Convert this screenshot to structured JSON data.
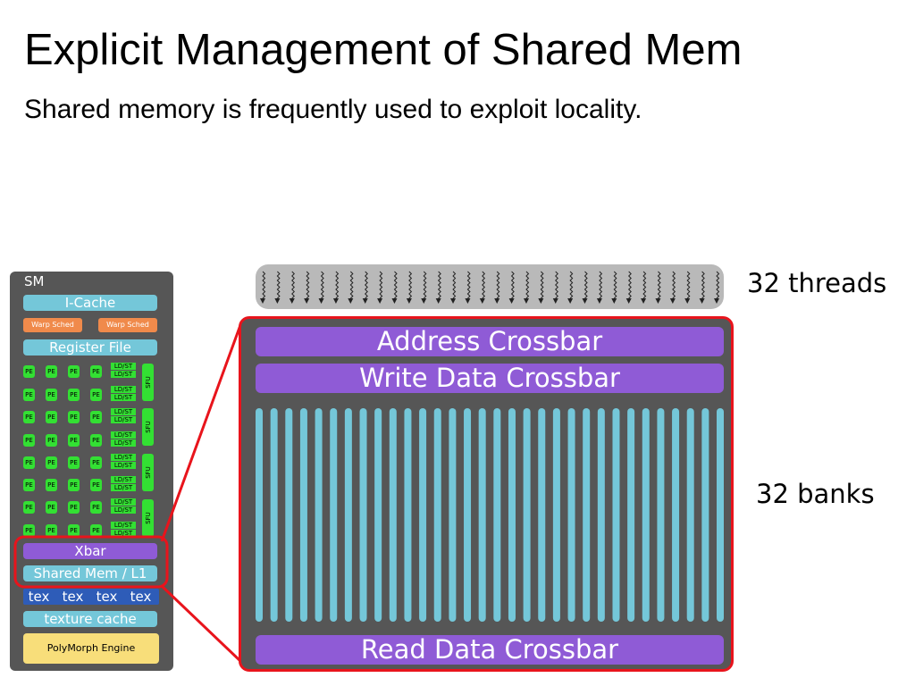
{
  "slide": {
    "title": "Explicit Management of Shared Mem",
    "subtitle": "Shared memory is frequently used to exploit locality.",
    "threads_label": "32 threads",
    "banks_label": "32 banks"
  },
  "sm": {
    "label": "SM",
    "icache": "I-Cache",
    "warp_sched": [
      "Warp Sched",
      "Warp Sched"
    ],
    "register_file": "Register File",
    "pe_label": "PE",
    "ldst_label": "LD/ST",
    "sfu_label": "SFU",
    "xbar": "Xbar",
    "shared_mem": "Shared Mem / L1",
    "tex_units": [
      "tex",
      "tex",
      "tex",
      "tex"
    ],
    "texture_cache": "texture cache",
    "polymorph": "PolyMorph Engine"
  },
  "shared_memory": {
    "address_crossbar": "Address Crossbar",
    "write_crossbar": "Write Data Crossbar",
    "read_crossbar": "Read Data Crossbar",
    "bank_count": 32,
    "thread_count": 32
  },
  "colors": {
    "panel": "#565656",
    "crossbar": "#8f5bd6",
    "bank": "#74c7d9",
    "highlight": "#e8141c",
    "pe": "#33e033",
    "warp": "#f08a4b",
    "tex": "#2e5cb8",
    "polymorph": "#f8de7a",
    "threads": "#b9b9b9"
  }
}
